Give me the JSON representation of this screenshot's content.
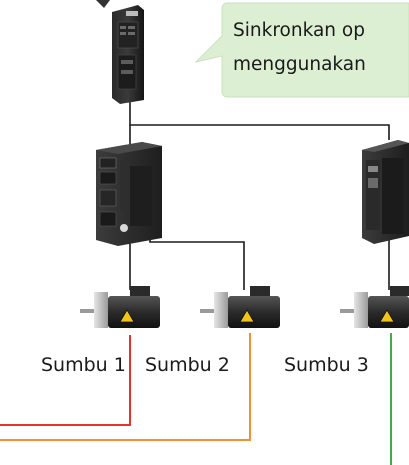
{
  "callout": {
    "line1": "Sinkronkan op",
    "line2": "menggunakan"
  },
  "axes": [
    {
      "label": "Sumbu 1"
    },
    {
      "label": "Sumbu 2"
    },
    {
      "label": "Sumbu 3"
    }
  ],
  "colors": {
    "callout_fill": "#dcefd2",
    "wire_black": "#1a1a1a",
    "wire_red": "#e8332a",
    "wire_orange": "#f0913a",
    "wire_green": "#4aa84a",
    "warning_yellow": "#f2c41a"
  }
}
